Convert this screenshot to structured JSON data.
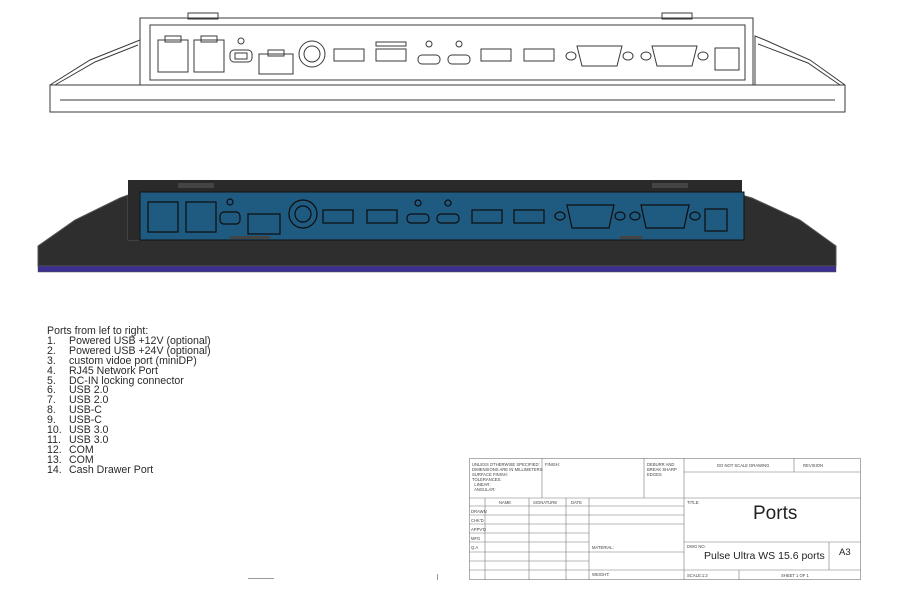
{
  "ports_legend": {
    "heading": "Ports from lef to right:",
    "items": [
      {
        "num": "1.",
        "label": "Powered USB +12V (optional)"
      },
      {
        "num": "2.",
        "label": "Powered USB +24V (optional)"
      },
      {
        "num": "3.",
        "label": "custom vidoe port (miniDP)"
      },
      {
        "num": "4.",
        "label": "RJ45 Network Port"
      },
      {
        "num": "5.",
        "label": "DC-IN locking connector"
      },
      {
        "num": "6.",
        "label": "USB 2.0"
      },
      {
        "num": "7.",
        "label": "USB 2.0"
      },
      {
        "num": "8.",
        "label": "USB-C"
      },
      {
        "num": "9.",
        "label": "USB-C"
      },
      {
        "num": "10.",
        "label": "USB 3.0"
      },
      {
        "num": "11.",
        "label": "USB 3.0"
      },
      {
        "num": "12.",
        "label": "COM"
      },
      {
        "num": "13.",
        "label": "COM"
      },
      {
        "num": "14.",
        "label": "Cash Drawer Port"
      }
    ]
  },
  "title_block": {
    "notes": "UNLESS OTHERWISE SPECIFIED:\nDIMENSIONS ARE IN MILLIMETERS\nSURFACE FINISH:\nTOLERANCES:\n  LINEAR:\n  ANGULAR:",
    "finish": "FINISH:",
    "deburr": "DEBURR AND\nBREAK SHARP\nEDGES",
    "do_not_scale": "DO NOT SCALE DRAWING",
    "revision": "REVISION",
    "col_name": "NAME",
    "col_signature": "SIGNATURE",
    "col_date": "DATE",
    "row_drawn": "DRAWN",
    "row_chkd": "CHK'D",
    "row_appvd": "APPV'D",
    "row_mfg": "MFG",
    "row_qa": "Q.A",
    "material": "MATERIAL:",
    "weight": "WEIGHT:",
    "title_label": "TITLE:",
    "title": "Ports",
    "dwg_no_label": "DWG NO.",
    "dwg_no": "Pulse Ultra WS 15.6 ports",
    "size": "A3",
    "scale": "SCALE:1:2",
    "sheet": "SHEET 1 OF 1"
  },
  "colors": {
    "line": "#3a3a3a",
    "panel_fill": "#1f5a80",
    "bezel_dark": "#2e2e2e",
    "bezel_outline": "#555555",
    "base_accent": "#3b2f8f"
  },
  "icons": {
    "top_view": "drawing-top-view",
    "bottom_view": "drawing-rendered-view"
  }
}
